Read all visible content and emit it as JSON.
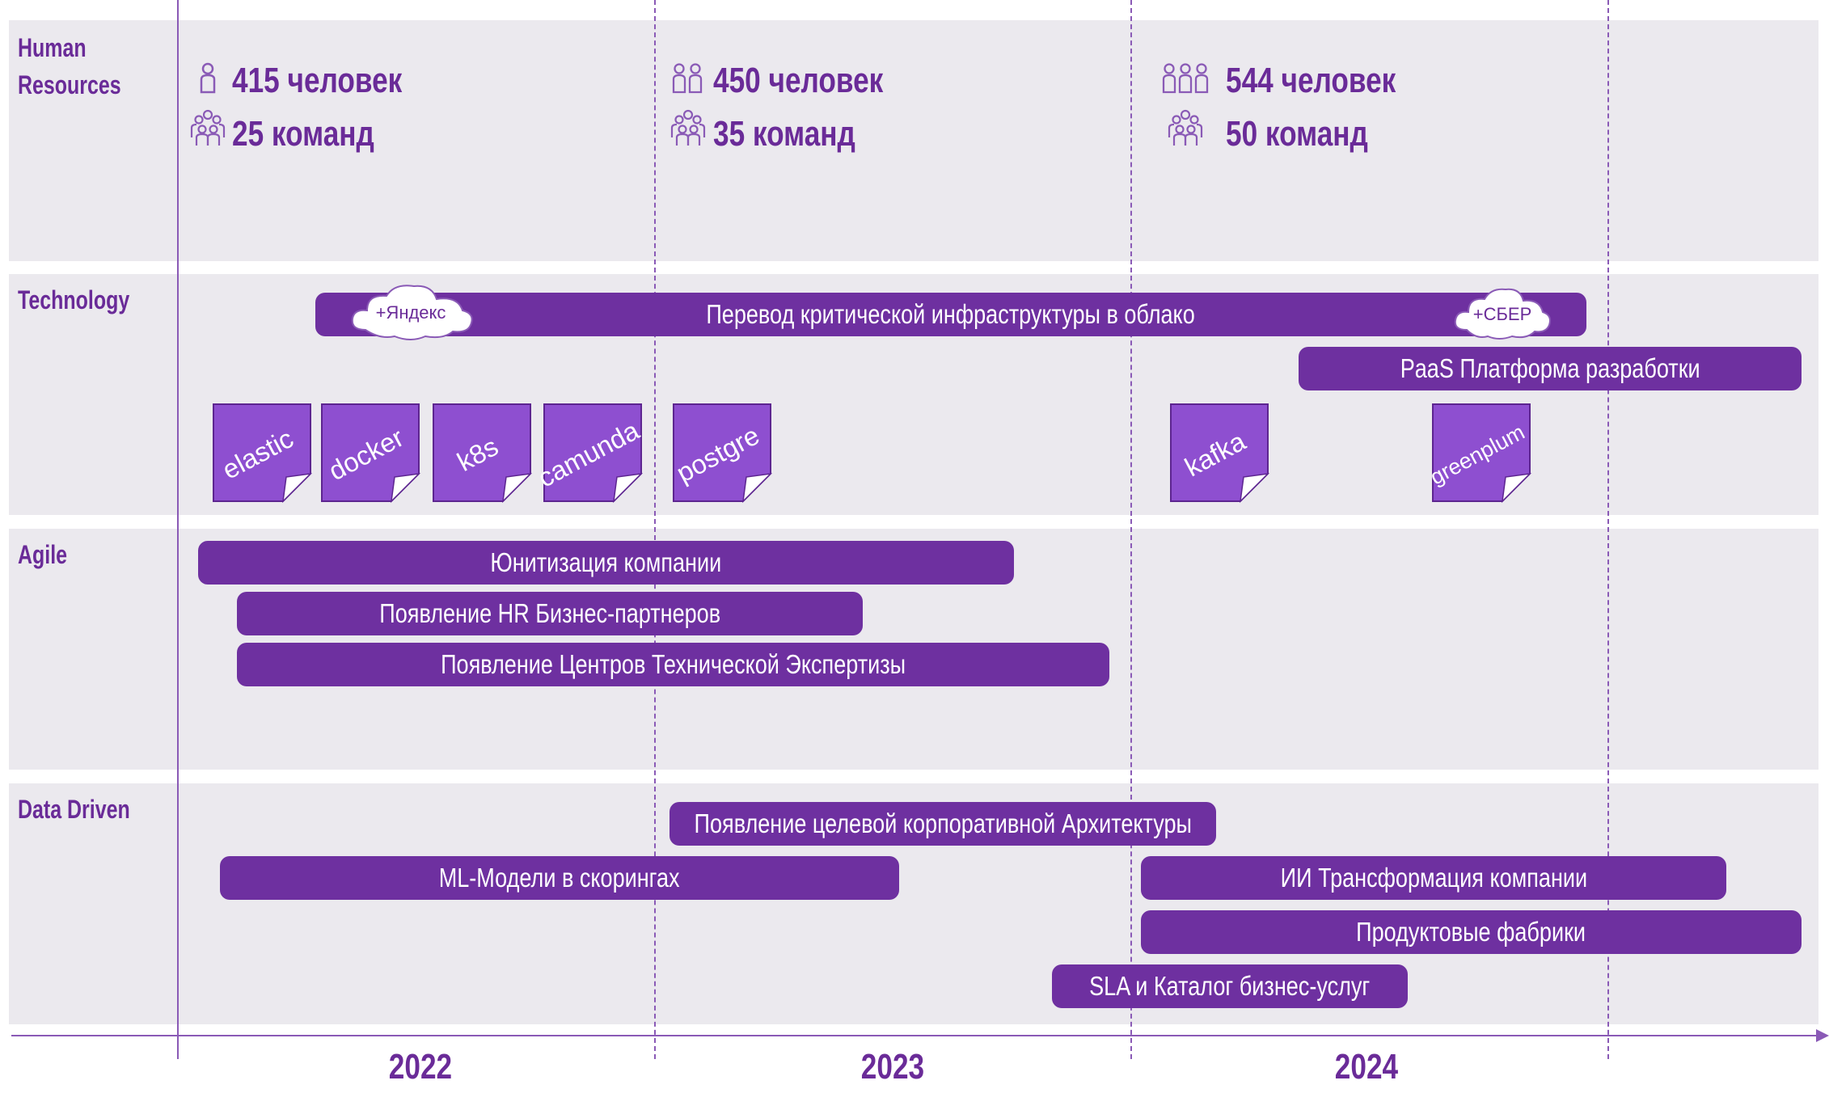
{
  "rows": [
    {
      "id": "hr",
      "label": "Human\nResources"
    },
    {
      "id": "tech",
      "label": "Technology"
    },
    {
      "id": "agile",
      "label": "Agile"
    },
    {
      "id": "data",
      "label": "Data Driven"
    }
  ],
  "years": [
    "2022",
    "2023",
    "2024"
  ],
  "human_resources": [
    {
      "people": "415 человек",
      "teams": "25 команд"
    },
    {
      "people": "450 человек",
      "teams": "35 команд"
    },
    {
      "people": "544 человек",
      "teams": "50 команд"
    }
  ],
  "technology": {
    "cloud_bar": "Перевод критической инфраструктуры в облако",
    "cloud_left": "+Яндекс",
    "cloud_right": "+СБЕР",
    "paas_bar": "PaaS Платформа разработки",
    "tech_notes": [
      "elastic",
      "docker",
      "k8s",
      "camunda",
      "postgre",
      "kafka",
      "greenplum"
    ]
  },
  "agile": [
    "Юнитизация компании",
    "Появление HR Бизнес-партнеров",
    "Появление Центров Технической Экспертизы"
  ],
  "data_driven": [
    "Появление целевой корпоративной Архитектуры",
    "ML-Модели в скорингах",
    "ИИ Трансформация компании",
    "Продуктовые фабрики",
    "SLA и Каталог бизнес-услуг"
  ],
  "colors": {
    "accent": "#6e30a0",
    "text": "#6a2b98",
    "band": "#ebe9ee",
    "note_fill": "#8e4fd0"
  },
  "icons": [
    "person-icon",
    "team-icon",
    "cloud-icon",
    "sticky-note-icon"
  ]
}
